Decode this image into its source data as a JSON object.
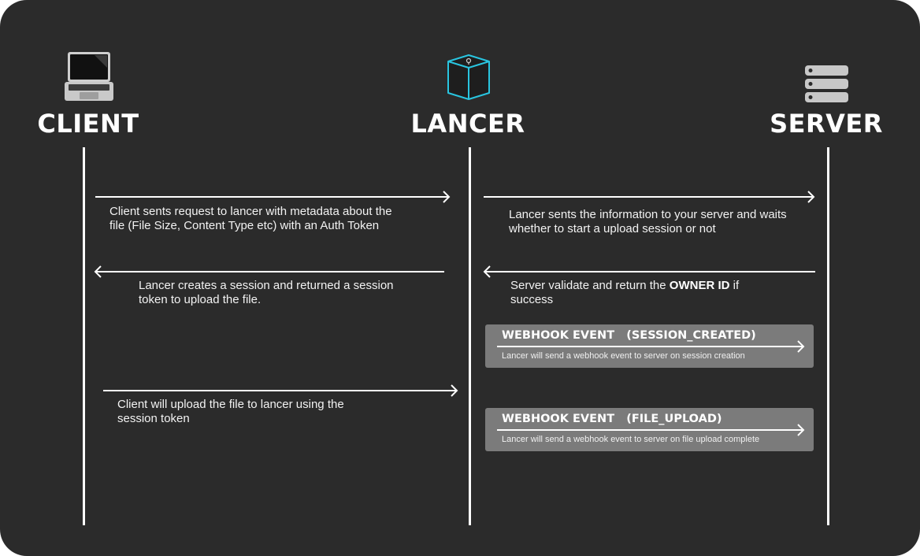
{
  "actors": {
    "client": {
      "label": "CLIENT",
      "icon": "laptop-icon"
    },
    "lancer": {
      "label": "LANCER",
      "icon": "cube-icon"
    },
    "server": {
      "label": "SERVER",
      "icon": "server-icon"
    }
  },
  "messages": {
    "m1": "Client sents request to lancer with metadata about the file (File Size, Content Type etc) with an Auth Token",
    "m2": "Lancer sents the information to your server and waits whether to start a upload session or not",
    "m3": "Lancer creates a session and returned a session token to upload the file.",
    "m4_prefix": "Server validate and return the ",
    "m4_bold": "OWNER ID",
    "m4_suffix": " if success",
    "m5": "Client will upload the file to lancer using the session token"
  },
  "webhooks": [
    {
      "title": "WEBHOOK EVENT   (SESSION_CREATED)",
      "description": "Lancer will send a webhook event to server on session creation"
    },
    {
      "title": "WEBHOOK EVENT   (FILE_UPLOAD)",
      "description": "Lancer will send a webhook event to server on file upload complete"
    }
  ],
  "colors": {
    "background": "#2b2b2b",
    "foreground": "#ffffff",
    "webhook_box": "#7b7b7b",
    "cube_accent": "#29c5e0"
  }
}
